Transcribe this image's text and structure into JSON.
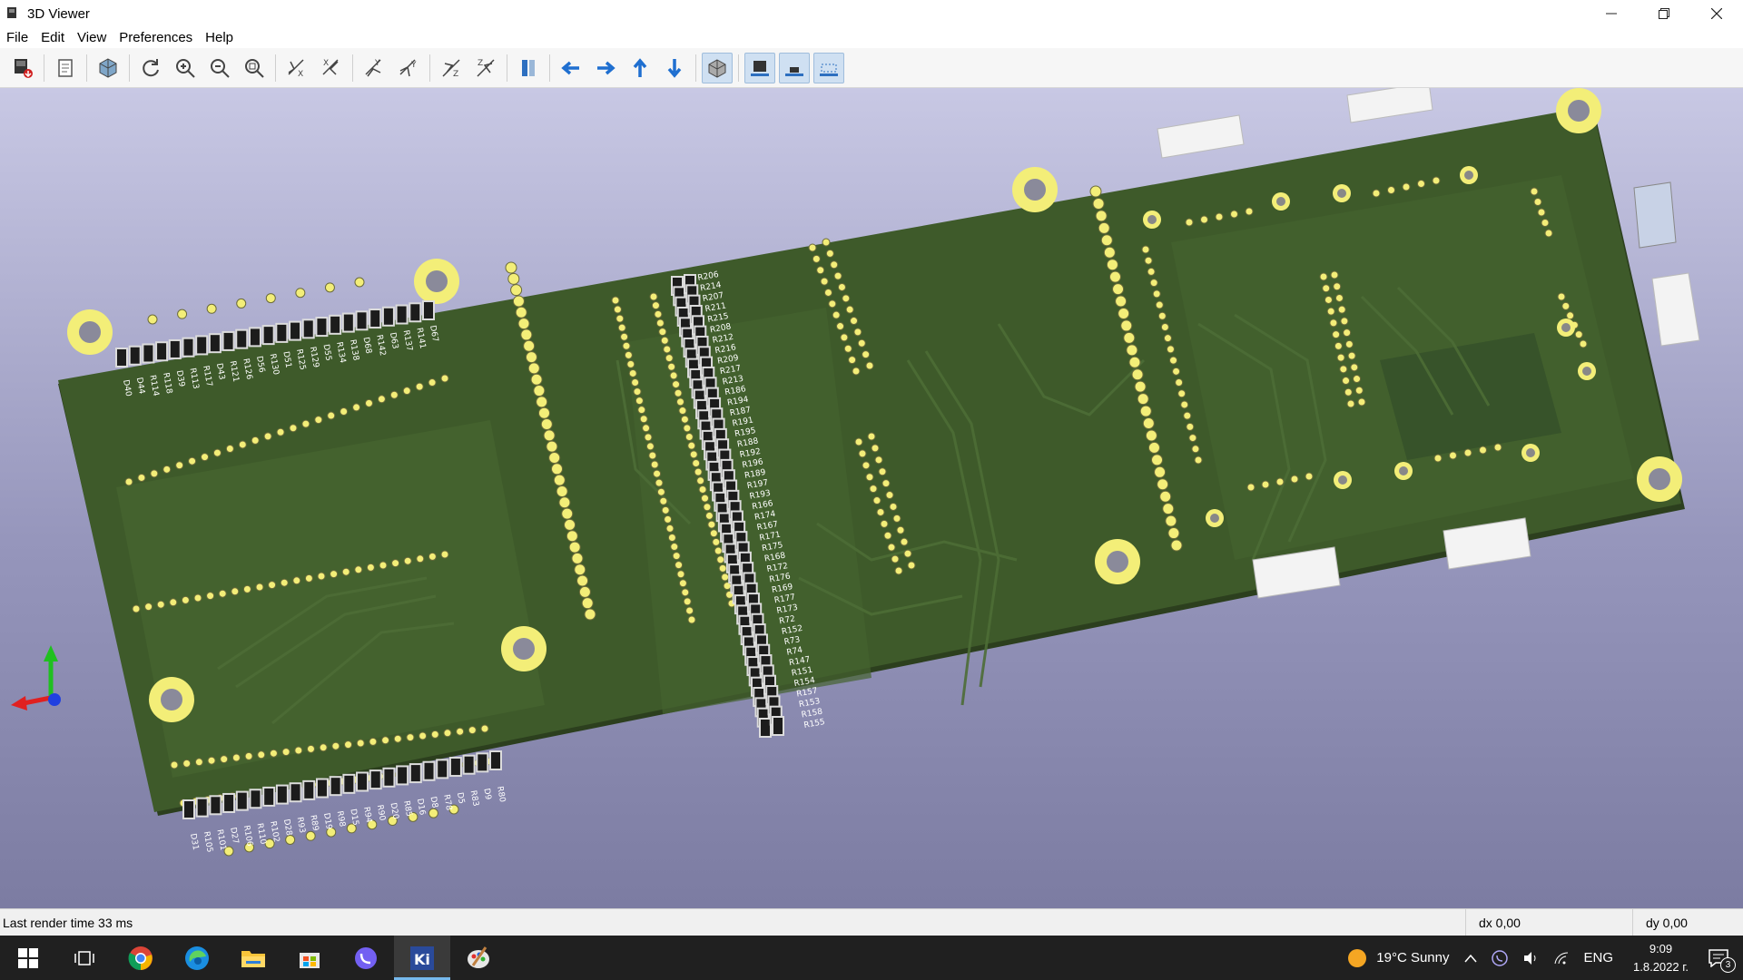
{
  "window": {
    "title": "3D Viewer",
    "controls": [
      "minimize-icon",
      "restore-icon",
      "close-icon"
    ]
  },
  "menu": [
    "File",
    "Edit",
    "View",
    "Preferences",
    "Help"
  ],
  "toolbar": {
    "buttons": [
      {
        "name": "export-image-button",
        "icon": "export-icon"
      },
      {
        "name": "copy-to-clipboard-button",
        "icon": "clipboard-icon"
      },
      {
        "name": "raytracing-button",
        "icon": "cube-icon"
      },
      {
        "name": "reload-button",
        "icon": "refresh-icon"
      },
      {
        "name": "zoom-in-button",
        "icon": "zoom-in-icon"
      },
      {
        "name": "zoom-out-button",
        "icon": "zoom-out-icon"
      },
      {
        "name": "zoom-fit-button",
        "icon": "zoom-fit-icon"
      },
      {
        "name": "rotate-x-cw-button",
        "icon": "rotate-x-icon"
      },
      {
        "name": "rotate-x-ccw-button",
        "icon": "rotate-x-icon"
      },
      {
        "name": "rotate-y-cw-button",
        "icon": "rotate-y-icon"
      },
      {
        "name": "rotate-y-ccw-button",
        "icon": "rotate-y-icon"
      },
      {
        "name": "rotate-z-cw-button",
        "icon": "rotate-z-icon"
      },
      {
        "name": "rotate-z-ccw-button",
        "icon": "rotate-z-icon"
      },
      {
        "name": "flip-board-button",
        "icon": "flip-icon"
      },
      {
        "name": "pan-left-button",
        "icon": "arrow-left-icon"
      },
      {
        "name": "pan-right-button",
        "icon": "arrow-right-icon"
      },
      {
        "name": "pan-up-button",
        "icon": "arrow-up-icon"
      },
      {
        "name": "pan-down-button",
        "icon": "arrow-down-icon"
      },
      {
        "name": "ortho-toggle-button",
        "icon": "ortho-cube-icon"
      },
      {
        "name": "show-tht-button",
        "icon": "tht-icon"
      },
      {
        "name": "show-smd-button",
        "icon": "smd-icon"
      },
      {
        "name": "show-virtual-button",
        "icon": "virtual-icon"
      }
    ]
  },
  "viewport": {
    "board_color": "#3e5a2a",
    "pad_color": "#f3ee78",
    "component_refs_top": [
      "R206",
      "R214",
      "R207",
      "R211",
      "R215",
      "R208",
      "R212",
      "R216",
      "R209",
      "R217",
      "R213",
      "R186",
      "R194",
      "R187",
      "R191",
      "R195",
      "R188",
      "R192",
      "R196",
      "R189",
      "R197",
      "R193",
      "R166",
      "R174",
      "R167",
      "R171",
      "R175",
      "R168",
      "R172",
      "R176",
      "R169",
      "R177",
      "R173",
      "R72",
      "R152",
      "R73",
      "R74",
      "R147",
      "R151",
      "R154",
      "R157",
      "R153",
      "R158",
      "R155"
    ],
    "component_refs_left_top": [
      "D40",
      "D44",
      "R114",
      "R118",
      "D39",
      "R113",
      "R117",
      "D43",
      "R121",
      "R126",
      "D56",
      "R130",
      "D51",
      "R125",
      "R129",
      "D55",
      "R134",
      "R138",
      "D68",
      "R142",
      "D63",
      "R137",
      "R141",
      "D67"
    ],
    "component_refs_left_bottom": [
      "D31",
      "R105",
      "R101",
      "D27",
      "R106",
      "R110",
      "R102",
      "D28",
      "R93",
      "R89",
      "D19",
      "R98",
      "D15",
      "R94",
      "R90",
      "D20",
      "R85",
      "D16",
      "D8",
      "R78",
      "D5",
      "R83",
      "D9",
      "R80"
    ],
    "axis_colors": {
      "x": "#e02020",
      "y": "#20c020",
      "z": "#2040e0"
    }
  },
  "status": {
    "render_time": "Last render time 33 ms",
    "dx": "dx 0,00",
    "dy": "dy 0,00"
  },
  "taskbar": {
    "apps": [
      "windows-start-icon",
      "task-view-icon",
      "chrome-icon",
      "edge-icon",
      "file-explorer-icon",
      "microsoft-store-icon",
      "viber-icon",
      "kicad-icon",
      "paint-icon"
    ],
    "weather": "19°C  Sunny",
    "language": "ENG",
    "time": "9:09",
    "date": "1.8.2022 г.",
    "notification_count": "3"
  }
}
